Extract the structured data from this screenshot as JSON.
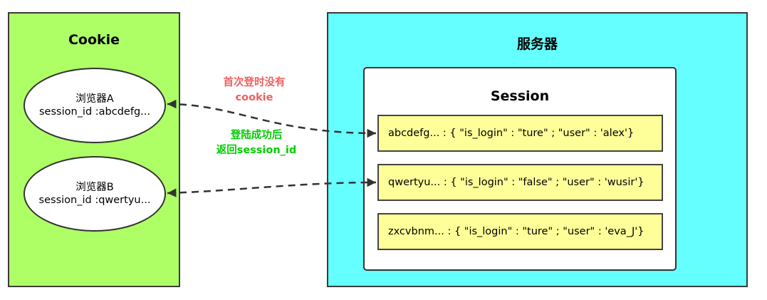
{
  "cookie_panel": {
    "title": "Cookie",
    "color": "#aeff66",
    "browsers": [
      {
        "name": "浏览器A",
        "session_line": "session_id :abcdefg..."
      },
      {
        "name": "浏览器B",
        "session_line": "session_id :qwertyu..."
      }
    ]
  },
  "server_panel": {
    "title": "服务器",
    "color": "#66ffff",
    "session_store": {
      "title": "Session",
      "entries": [
        "abcdefg... : { \"is_login\" : \"ture\" ; \"user\" : 'alex'}",
        "qwertyu... : { \"is_login\" : \"false\" ; \"user\" : 'wusir'}",
        "zxcvbnm... : { \"is_login\" : \"ture\" ; \"user\" : 'eva_J'}"
      ],
      "entry_color": "#ffff99"
    }
  },
  "annotations": {
    "first_login": {
      "line1": "首次登时没有",
      "line2": "cookie",
      "color": "#f06060"
    },
    "after_login": {
      "line1": "登陆成功后",
      "line2": "返回session_id",
      "color": "#00cc00"
    }
  },
  "connectors": [
    {
      "from": "浏览器A",
      "to": "abcdefg...",
      "style": "dashed",
      "arrows": "both"
    },
    {
      "from": "浏览器B",
      "to": "qwertyu...",
      "style": "dashed",
      "arrows": "both"
    }
  ]
}
